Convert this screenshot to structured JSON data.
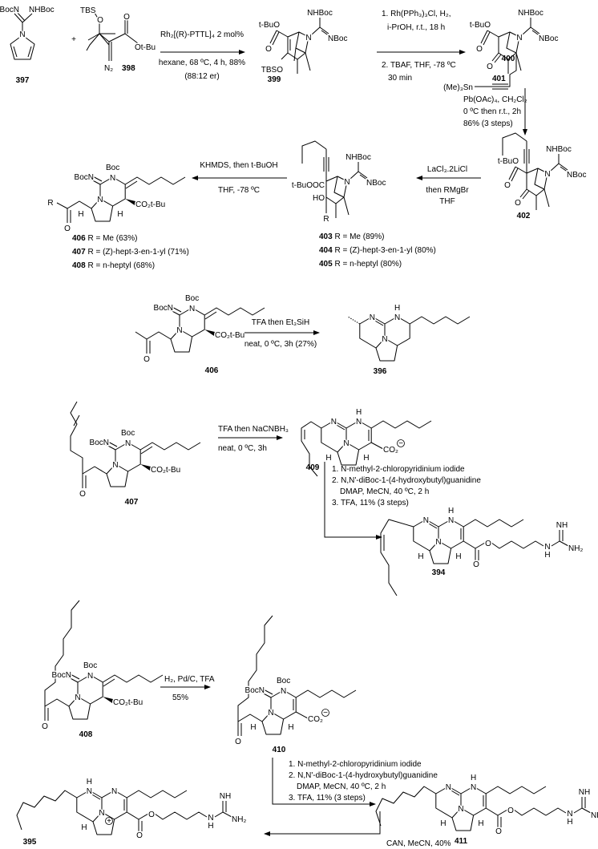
{
  "compounds": {
    "c397": {
      "label": "397",
      "bocn": "BocN",
      "nhboc": "NHBoc",
      "n": "N"
    },
    "c398": {
      "label": "398",
      "tbs": "TBS",
      "o1": "O",
      "o2": "O",
      "otbu": "Ot-Bu",
      "n2": "N₂"
    },
    "c399": {
      "label": "399",
      "tbuo": "t-BuO",
      "o": "O",
      "tbso": "TBSO",
      "n": "N",
      "nhboc": "NHBoc",
      "nboc": "NBoc"
    },
    "c400": {
      "label": "400",
      "tbuo": "t-BuO",
      "o1": "O",
      "o2": "O",
      "n": "N",
      "nhboc": "NHBoc",
      "nboc": "NBoc"
    },
    "c401": {
      "label": "401",
      "sn": "(Me)₃Sn"
    },
    "c402": {
      "label": "402",
      "tbuo": "t-BuO",
      "o1": "O",
      "o2": "O",
      "n": "N",
      "nhboc": "NHBoc",
      "nboc": "NBoc"
    },
    "c403": {
      "ester": "t-BuOOC",
      "ho": "HO",
      "r": "R",
      "n": "N",
      "nhboc": "NHBoc",
      "nboc": "NBoc",
      "entries": [
        {
          "id": "403",
          "text": " R = Me (89%)"
        },
        {
          "id": "404",
          "text": " R = (Z)-hept-3-en-1-yl (80%)"
        },
        {
          "id": "405",
          "text": " R = n-heptyl (80%)"
        }
      ]
    },
    "c406g": {
      "bocn": "BocN",
      "boc": "Boc",
      "n": "N",
      "r": "R",
      "o": "O",
      "ester": "CO₂t-Bu",
      "h": "H",
      "entries": [
        {
          "id": "406",
          "text": " R = Me (63%)"
        },
        {
          "id": "407",
          "text": " R = (Z)-hept-3-en-1-yl (71%)"
        },
        {
          "id": "408",
          "text": " R = n-heptyl (68%)"
        }
      ]
    },
    "c406": {
      "label": "406",
      "bocn": "BocN",
      "boc": "Boc",
      "n": "N",
      "o": "O",
      "ester": "CO₂t-Bu"
    },
    "c396": {
      "label": "396",
      "n": "N",
      "h": "H"
    },
    "c407": {
      "label": "407",
      "bocn": "BocN",
      "boc": "Boc",
      "n": "N",
      "o": "O",
      "ester": "CO₂t-Bu",
      "h": "H"
    },
    "c409": {
      "label": "409",
      "n": "N",
      "h": "H",
      "co2": "CO₂",
      "minus": "−"
    },
    "c394": {
      "label": "394",
      "n": "N",
      "h": "H",
      "o": "O",
      "nh": "NH",
      "nh2": "NH₂"
    },
    "c408": {
      "label": "408",
      "bocn": "BocN",
      "boc": "Boc",
      "n": "N",
      "o": "O",
      "ester": "CO₂t-Bu",
      "h": "H"
    },
    "c410": {
      "label": "410",
      "bocn": "BocN",
      "boc": "Boc",
      "n": "N",
      "o": "O",
      "co2": "CO₂",
      "minus": "−",
      "h": "H"
    },
    "c411": {
      "label": "411",
      "n": "N",
      "h": "H",
      "o": "O",
      "nh": "NH",
      "nh2": "NH₂"
    },
    "c395": {
      "label": "395",
      "n": "N",
      "h": "H",
      "o": "O",
      "nh": "NH",
      "nh2": "NH₂",
      "plus": "+"
    }
  },
  "plus_sign": "+",
  "steps": {
    "s1": {
      "above": "Rh₂[(R)-PTTL]₄ 2 mol%",
      "below1": "hexane, 68 ºC, 4 h, 88%",
      "below2": "(88:12 er)"
    },
    "s2": {
      "above1": "1. Rh(PPh₃)₃Cl, H₂,",
      "above2": "i-PrOH, r.t., 18 h",
      "below1": "2. TBAF, THF, -78 ºC",
      "below2": "30 min"
    },
    "s3": {
      "l1": "Pb(OAc)₄, CH₂Cl₂",
      "l2": "0 ºC then r.t., 2h",
      "l3": "86% (3 steps)"
    },
    "s4": {
      "above": "LaCl₃.2LiCl",
      "below1": "then RMgBr",
      "below2": "THF"
    },
    "s5": {
      "above": "KHMDS, then t-BuOH",
      "below": "THF, -78 ºC"
    },
    "s6": {
      "above": "TFA then Et₃SiH",
      "below": "neat, 0 ºC, 3h (27%)"
    },
    "s7": {
      "above": "TFA then NaCNBH₃",
      "below": "neat, 0 ºC, 3h"
    },
    "s8": {
      "l1": "1. N-methyl-2-chloropyridinium iodide",
      "l2": "2. N,N'-diBoc-1-(4-hydroxybutyl)guanidine",
      "l3": "DMAP, MeCN, 40 ºC, 2 h",
      "l4": "3. TFA, 11% (3 steps)"
    },
    "s9": {
      "above": "H₂, Pd/C, TFA",
      "below": "55%"
    },
    "s10": {
      "l1": "1. N-methyl-2-chloropyridinium iodide",
      "l2": "2. N,N'-diBoc-1-(4-hydroxybutyl)guanidine",
      "l3": "DMAP, MeCN, 40 ºC, 2 h",
      "l4": "3. TFA, 11% (3 steps)"
    },
    "s11": {
      "text": "CAN, MeCN, 40%"
    }
  }
}
